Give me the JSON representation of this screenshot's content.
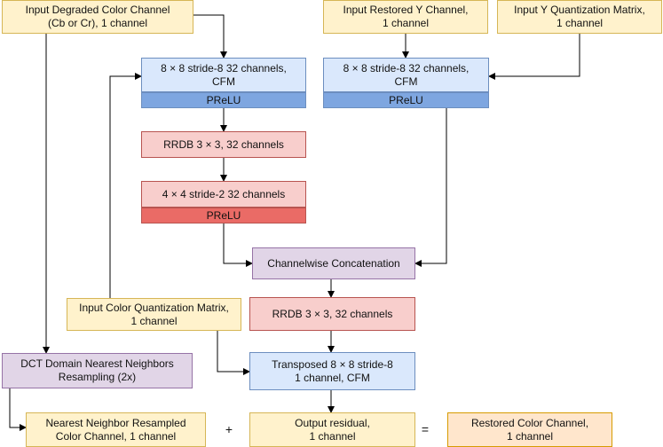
{
  "nodes": {
    "input_degraded": "Input Degraded Color Channel\n(Cb or Cr), 1 channel",
    "input_restored_y": "Input Restored Y Channel,\n1 channel",
    "input_y_quant": "Input Y Quantization Matrix,\n1 channel",
    "conv_left": "8 × 8 stride-8 32 channels,\nCFM",
    "prelu_left": "PReLU",
    "conv_right": "8 × 8 stride-8 32 channels,\nCFM",
    "prelu_right": "PReLU",
    "rrdb_top": "RRDB 3 × 3, 32 channels",
    "conv_4x4": "4 × 4 stride-2 32 channels",
    "prelu_4x4": "PReLU",
    "concat": "Channelwise Concatenation",
    "input_color_quant": "Input Color Quantization Matrix,\n1 channel",
    "rrdb_bottom": "RRDB 3 × 3, 32 channels",
    "dct_nn": "DCT Domain Nearest Neighbors\nResampling (2x)",
    "transposed": "Transposed 8 × 8 stride-8\n1 channel, CFM",
    "nn_resampled": "Nearest Neighbor Resampled\nColor Channel, 1 channel",
    "output_residual": "Output residual,\n1 channel",
    "restored_color": "Restored Color Channel,\n1 channel"
  },
  "operators": {
    "plus": "+",
    "equals": "="
  }
}
